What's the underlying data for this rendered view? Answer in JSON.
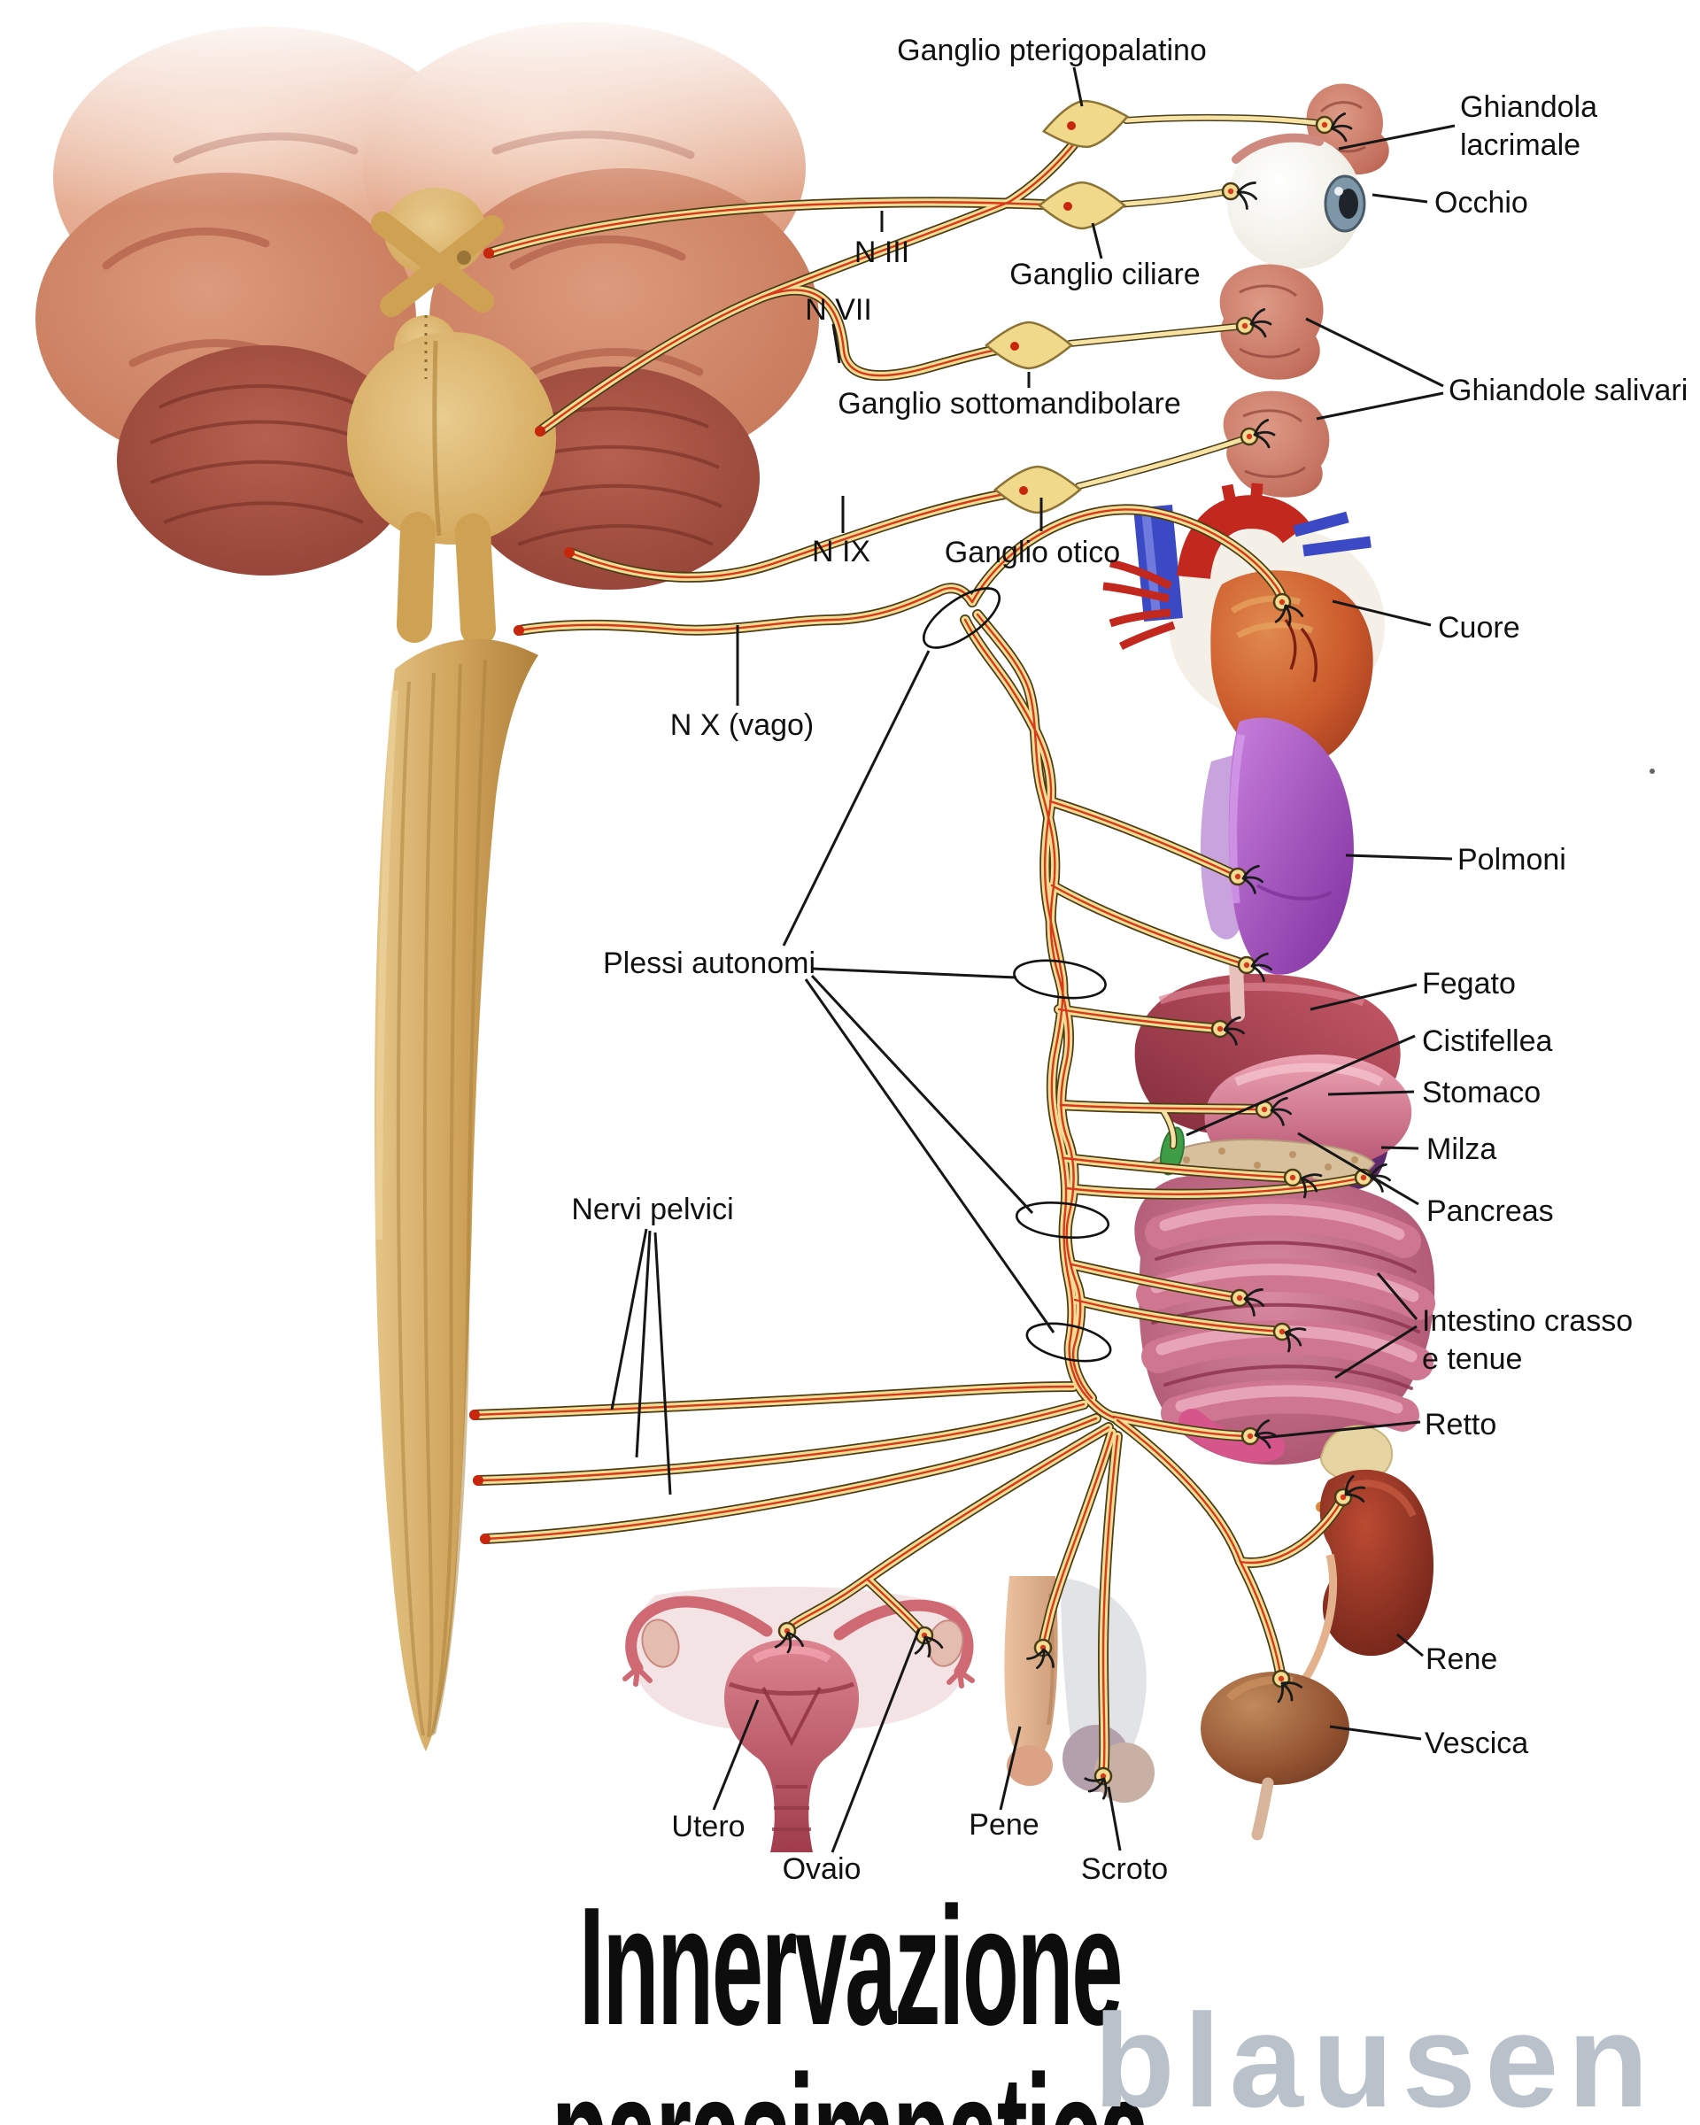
{
  "title": "Innervazione parasimpatica",
  "watermark": "blausen",
  "labels": {
    "ganglio_pterigopalatino": "Ganglio pterigopalatino",
    "ghiandola_lacrimale": [
      "Ghiandola",
      "lacrimale"
    ],
    "occhio": "Occhio",
    "n_iii": "N III",
    "n_vii": "N VII",
    "ganglio_ciliare": "Ganglio ciliare",
    "ganglio_sottomandibolare": "Ganglio sottomandibolare",
    "ghiandole_salivari": "Ghiandole salivari",
    "n_ix": "N IX",
    "ganglio_otico": "Ganglio otico",
    "n_x_vago": "N X (vago)",
    "cuore": "Cuore",
    "polmoni": "Polmoni",
    "plessi_autonomi": "Plessi autonomi",
    "fegato": "Fegato",
    "cistifellea": "Cistifellea",
    "stomaco": "Stomaco",
    "milza": "Milza",
    "pancreas": "Pancreas",
    "nervi_pelvici": "Nervi pelvici",
    "intestino": [
      "Intestino crasso",
      "e tenue"
    ],
    "retto": "Retto",
    "rene": "Rene",
    "vescica": "Vescica",
    "utero": "Utero",
    "ovaio": "Ovaio",
    "pene": "Pene",
    "scroto": "Scroto"
  },
  "colors": {
    "nerve_gold": "#f4dc92",
    "nerve_core": "#d6391c",
    "label_text": "#111111",
    "watermark": "#b9c1cb",
    "background": "#ffffff"
  }
}
